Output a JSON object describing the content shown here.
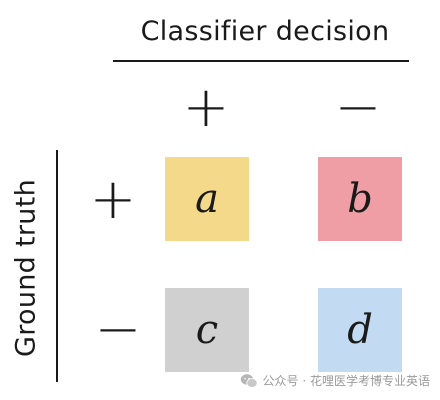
{
  "header": {
    "title": "Classifier decision"
  },
  "side": {
    "title": "Ground truth"
  },
  "columns": [
    {
      "sign": "+"
    },
    {
      "sign": "−"
    }
  ],
  "rows": [
    {
      "sign": "+"
    },
    {
      "sign": "−"
    }
  ],
  "cells": {
    "a": {
      "label": "a",
      "color": "#f5d98b"
    },
    "b": {
      "label": "b",
      "color": "#ee9ea4"
    },
    "c": {
      "label": "c",
      "color": "#d0d0d0"
    },
    "d": {
      "label": "d",
      "color": "#c2dbf3"
    }
  },
  "watermark": {
    "text": "公众号 · 花哩医学考博专业英语",
    "icon": "wechat-icon"
  }
}
